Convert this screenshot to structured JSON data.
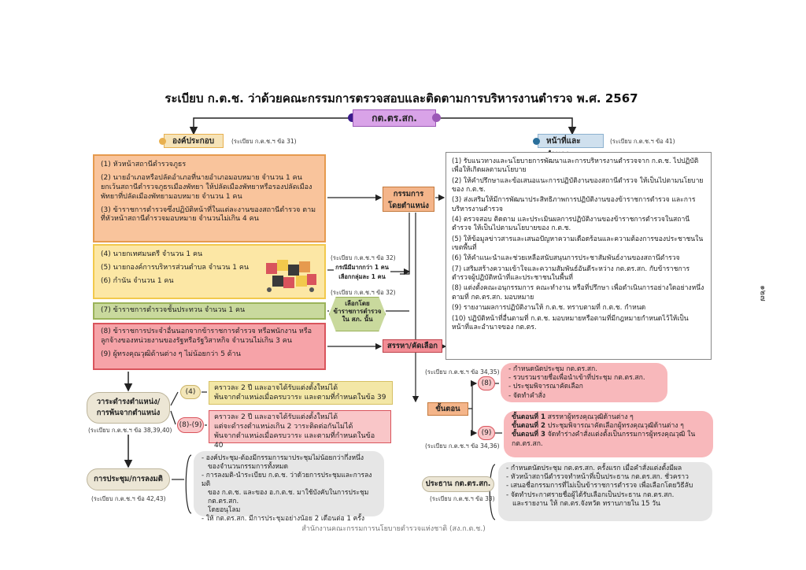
{
  "title": "ระเบียบ ก.ต.ช. ว่าด้วยคณะกรรมการตรวจสอบและติดตามการบริหารงานตำรวจ พ.ศ. 2567",
  "center_label": "กต.ตร.สก.",
  "left_header": {
    "label": "องค์ประกอบ",
    "ref": "(ระเบียบ ก.ต.ช.ฯ ข้อ 31)"
  },
  "right_header": {
    "label": "หน้าที่และอำนาจ",
    "ref": "(ระเบียบ ก.ต.ช.ฯ ข้อ 41)"
  },
  "composition": {
    "orange": [
      "(1) หัวหน้าสถานีตำรวจภูธร",
      "(2) นายอำเภอหรือปลัดอำเภอที่นายอำเภอมอบหมาย จำนวน 1 คน ยกเว้นสถานีตำรวจภูธรเมืองพัทยา ให้ปลัดเมืองพัทยาหรือรองปลัดเมืองพัทยาที่ปลัดเมืองพัทยามอบหมาย จำนวน 1 คน",
      "(3) ข้าราชการตำรวจซึ่งปฏิบัติหน้าที่ในแต่ละงานของสถานีตำรวจ ตามที่หัวหน้าสถานีตำรวจมอบหมาย จำนวนไม่เกิน 4 คน"
    ],
    "yellow": [
      "(4) นายกเทศมนตรี จำนวน 1 คน",
      "(5) นายกองค์การบริหารส่วนตำบล จำนวน 1 คน",
      "(6) กำนัน จำนวน 1 คน"
    ],
    "green": [
      "(7) ข้าราชการตำรวจชั้นประทวน จำนวน 1 คน"
    ],
    "pink": [
      "(8) ข้าราชการประจำอื่นนอกจากข้าราชการตำรวจ หรือพนักงาน หรือลูกจ้างของหน่วยงานของรัฐหรือรัฐวิสาหกิจ จำนวนไม่เกิน 3 คน",
      "(9) ผู้ทรงคุณวุฒิด้านต่าง ๆ ไม่น้อยกว่า 5 ด้าน"
    ]
  },
  "by_position": "กรรมการ\nโดยตำแหน่ง",
  "note_a": {
    "ref": "(ระเบียบ ก.ต.ช.ฯ ข้อ 32)",
    "text": "กรณีมีมากกว่า 1 คน\nเลือกกลุ่มละ 1 คน"
  },
  "note_b": {
    "ref": "(ระเบียบ ก.ต.ช.ฯ ข้อ 32)",
    "text": "เลือกโดย\nข้าราชการตำรวจ\nใน สภ. นั้น"
  },
  "selection": "สรรหา/คัดเลือก",
  "duties": [
    "(1) รับแนวทางและนโยบายการพัฒนาและการบริหารงานตำรวจจาก ก.ต.ช. ไปปฏิบัติเพื่อให้เกิดผลตามนโยบาย",
    "(2) ให้คำปรึกษาและข้อเสนอแนะการปฏิบัติงานของสถานีตำรวจ ให้เป็นไปตามนโยบายของ ก.ต.ช.",
    "(3) ส่งเสริมให้มีการพัฒนาประสิทธิภาพการปฏิบัติงานของข้าราชการตำรวจ และการบริหารงานตำรวจ",
    "(4) ตรวจสอบ ติดตาม และประเมินผลการปฏิบัติงานของข้าราชการตำรวจในสถานีตำรวจ ให้เป็นไปตามนโยบายของ ก.ต.ช.",
    "(5) ให้ข้อมูลข่าวสารและเสนอปัญหาความเดือดร้อนและความต้องการของประชาชนในเขตพื้นที่",
    "(6) ให้คำแนะนำและช่วยเหลือสนับสนุนการประชาสัมพันธ์งานของสถานีตำรวจ",
    "(7) เสริมสร้างความเข้าใจและความสัมพันธ์อันดีระหว่าง กต.ตร.สก. กับข้าราชการตำรวจผู้ปฏิบัติหน้าที่และประชาชนในพื้นที่",
    "(8) แต่งตั้งคณะอนุกรรมการ คณะทำงาน หรือที่ปรึกษา เพื่อดำเนินการอย่างใดอย่างหนึ่งตามที่ กต.ตร.สก. มอบหมาย",
    "(9) รายงานผลการปฏิบัติงานให้ ก.ต.ช. ทราบตามที่ ก.ต.ช. กำหนด",
    "(10) ปฏิบัติหน้าที่อื่นตามที่ ก.ต.ช. มอบหมายหรือตามที่มีกฎหมายกำหนดไว้ให้เป็นหน้าที่และอำนาจของ กต.ตร."
  ],
  "term": {
    "label": "วาระดำรงตำแหน่ง/\nการพ้นจากตำแหน่ง",
    "ref": "(ระเบียบ ก.ต.ช.ฯ ข้อ 38,39,40)",
    "pill_4": "(4)",
    "text_4": "คราวละ 2 ปี และอาจได้รับแต่งตั้งใหม่ได้\nพ้นจากตำแหน่งเมื่อครบวาระ และตามที่กำหนดในข้อ 39",
    "pill_89": "(8)-(9)",
    "text_89": "คราวละ 2 ปี และอาจได้รับแต่งตั้งใหม่ได้\nแต่จะดำรงตำแหน่งเกิน 2 วาระติดต่อกันไม่ได้\nพ้นจากตำแหน่งเมื่อครบวาระ และตามที่กำหนดในข้อ 40"
  },
  "meeting": {
    "label": "การประชุม/การลงมติ",
    "ref": "(ระเบียบ ก.ต.ช.ฯ ข้อ 42,43)",
    "items": [
      "- องค์ประชุม-ต้องมีกรรมการมาประชุมไม่น้อยกว่ากึ่งหนึ่ง",
      "  ของจำนวนกรรมการทั้งหมด",
      "- การลงมติ-นำระเบียบ ก.ต.ช. ว่าด้วยการประชุมและการลงมติ",
      "  ของ ก.ต.ช. และของ อ.ก.ต.ช. มาใช้บังคับในการประชุม กต.ตร.สก.",
      "  โดยอนุโลม",
      "- ให้ กต.ตร.สก. มีการประชุมอย่างน้อย 2 เดือนต่อ 1 ครั้ง"
    ]
  },
  "steps": {
    "label": "ขั้นตอน",
    "ref8": "(ระเบียบ ก.ต.ช.ฯ ข้อ 34,35)",
    "pill8": "(8)",
    "items8": [
      "- กำหนดนัดประชุม กต.ตร.สก.",
      "- รวบรวมรายชื่อเพื่อนำเข้าที่ประชุม กต.ตร.สก.",
      "- ประชุมพิจารณาคัดเลือก",
      "- จัดทำคำสั่ง"
    ],
    "ref9": "(ระเบียบ ก.ต.ช.ฯ ข้อ 34,36)",
    "pill9": "(9)",
    "items9": [
      {
        "step": "ขั้นตอนที่ 1",
        "text": " สรรหาผู้ทรงคุณวุฒิด้านต่าง ๆ"
      },
      {
        "step": "ขั้นตอนที่ 2",
        "text": " ประชุมพิจารณาคัดเลือกผู้ทรงคุณวุฒิด้านต่าง ๆ"
      },
      {
        "step": "ขั้นตอนที่ 3",
        "text": " จัดทำร่างคำสั่งแต่งตั้งเป็นกรรมการผู้ทรงคุณวุฒิ ใน กต.ตร.สก."
      }
    ]
  },
  "chair": {
    "label": "ประธาน กต.ตร.สก.",
    "ref": "(ระเบียบ ก.ต.ช.ฯ ข้อ 33)",
    "items": [
      "- กำหนดนัดประชุม กต.ตร.สก. ครั้งแรก เมื่อคำสั่งแต่งตั้งมีผล",
      "- หัวหน้าสถานีตำรวจทำหน้าที่เป็นประธาน กต.ตร.สก. ชั่วคราว",
      "- เสนอชื่อกรรมการที่ไม่เป็นข้าราชการตำรวจ เพื่อเลือกโดยวิธีลับ",
      "- จัดทำประกาศรายชื่อผู้ได้รับเลือกเป็นประธาน กต.ตร.สก.",
      "  และรายงาน ให้ กต.ตร.จังหวัด ทราบภายใน 15 วัน"
    ]
  },
  "footer": "สำนักงานคณะกรรมการนโยบายตำรวจแห่งชาติ (สง.ก.ต.ช.)",
  "page_number": "๑๒๗",
  "colors": {
    "orange": "#f9c49c",
    "yellow": "#fce7a5",
    "green": "#c9d99d",
    "pink": "#f6a3a8",
    "purple": "#d9a3e8",
    "blue": "#cfe0ee"
  }
}
